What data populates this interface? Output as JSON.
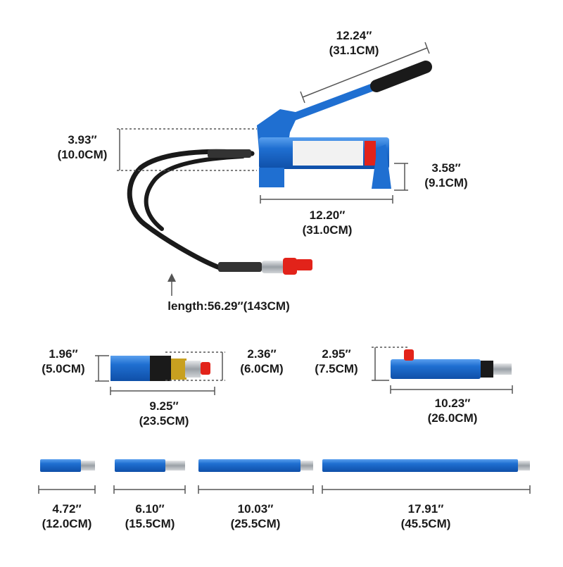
{
  "colors": {
    "steel_blue": "#1f6fd1",
    "dark_blue": "#0f4fa8",
    "hose_black": "#1a1a1a",
    "chrome": "#b9bec4",
    "red_cap": "#e2231a",
    "dimension_line": "#555555"
  },
  "pump": {
    "handle_length": {
      "in": "12.24″",
      "cm": "(31.1CM)"
    },
    "height": {
      "in": "3.93″",
      "cm": "(10.0CM)"
    },
    "base_height": {
      "in": "3.58″",
      "cm": "(9.1CM)"
    },
    "base_length": {
      "in": "12.20″",
      "cm": "(31.0CM)"
    },
    "hose_length": "length:56.29″(143CM)"
  },
  "ram_head": {
    "height": {
      "in": "1.96″",
      "cm": "(5.0CM)"
    },
    "tip_height": {
      "in": "2.36″",
      "cm": "(6.0CM)"
    },
    "length": {
      "in": "9.25″",
      "cm": "(23.5CM)"
    }
  },
  "cylinder": {
    "height": {
      "in": "2.95″",
      "cm": "(7.5CM)"
    },
    "length": {
      "in": "10.23″",
      "cm": "(26.0CM)"
    }
  },
  "extensions": [
    {
      "in": "4.72″",
      "cm": "(12.0CM)"
    },
    {
      "in": "6.10″",
      "cm": "(15.5CM)"
    },
    {
      "in": "10.03″",
      "cm": "(25.5CM)"
    },
    {
      "in": "17.91″",
      "cm": "(45.5CM)"
    }
  ]
}
